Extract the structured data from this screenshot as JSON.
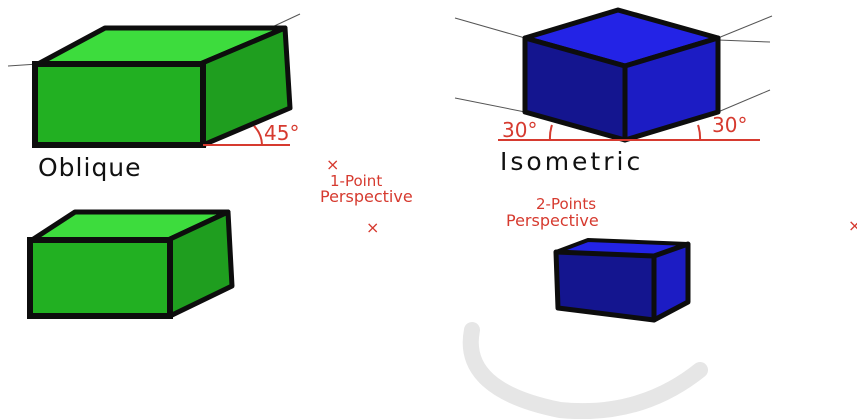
{
  "labels": {
    "oblique": "Oblique",
    "isometric": "Isometric",
    "oblique_angle": "45°",
    "iso_angle_left": "30°",
    "iso_angle_right": "30°",
    "one_point_line1": "1-Point",
    "one_point_line2": "Perspective",
    "two_point_line1": "2-Points",
    "two_point_line2": "Perspective",
    "vanishing_mark": "×"
  },
  "colors": {
    "green_front": "#22b022",
    "green_top": "#3ddc3d",
    "green_side": "#1f9e1f",
    "blue_front": "#14158f",
    "blue_top": "#2323e6",
    "blue_side": "#1c1cc4",
    "outline": "#0d0d0d",
    "annotation": "#d63a2f",
    "watermark": "#e6e6e6"
  }
}
